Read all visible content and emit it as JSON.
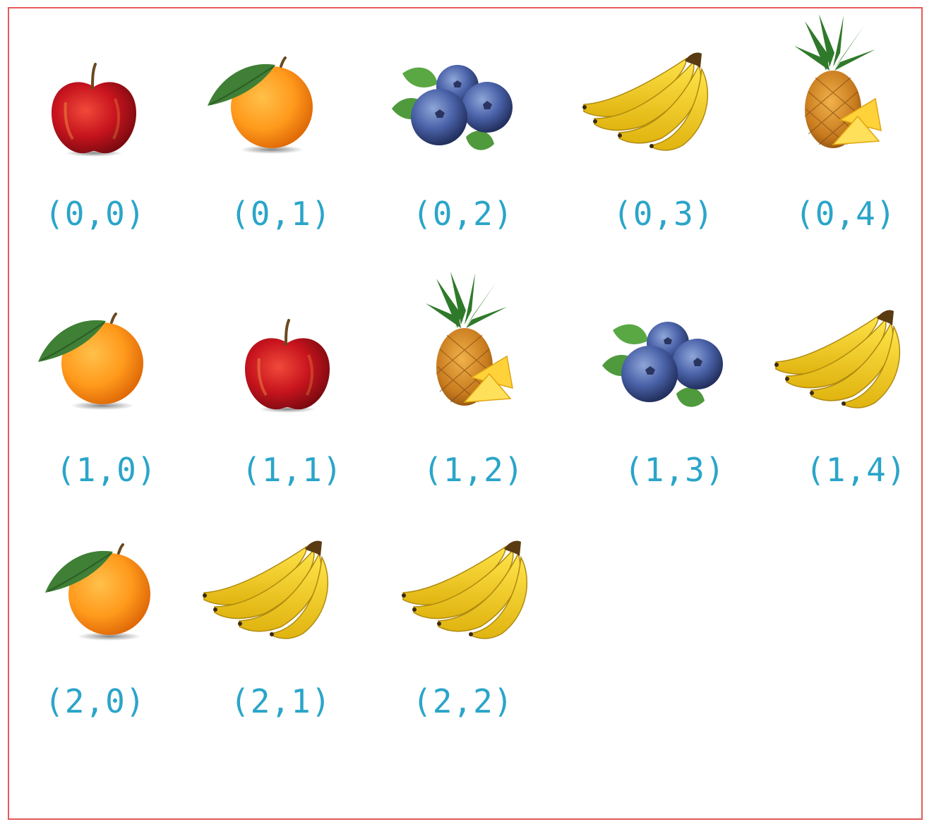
{
  "grid": {
    "items": [
      {
        "fruit": "apple-icon",
        "label": "(0,0)"
      },
      {
        "fruit": "orange-icon",
        "label": "(0,1)"
      },
      {
        "fruit": "blueberries-icon",
        "label": "(0,2)"
      },
      {
        "fruit": "bananas-icon",
        "label": "(0,3)"
      },
      {
        "fruit": "pineapple-icon",
        "label": "(0,4)"
      },
      {
        "fruit": "orange-icon",
        "label": "(1,0)"
      },
      {
        "fruit": "apple-icon",
        "label": "(1,1)"
      },
      {
        "fruit": "pineapple-icon",
        "label": "(1,2)"
      },
      {
        "fruit": "blueberries-icon",
        "label": "(1,3)"
      },
      {
        "fruit": "bananas-icon",
        "label": "(1,4)"
      },
      {
        "fruit": "orange-icon",
        "label": "(2,0)"
      },
      {
        "fruit": "bananas-icon",
        "label": "(2,1)"
      },
      {
        "fruit": "bananas-icon",
        "label": "(2,2)"
      }
    ]
  },
  "colors": {
    "label": "#2aa5c9",
    "frame": "#e55a5a"
  }
}
